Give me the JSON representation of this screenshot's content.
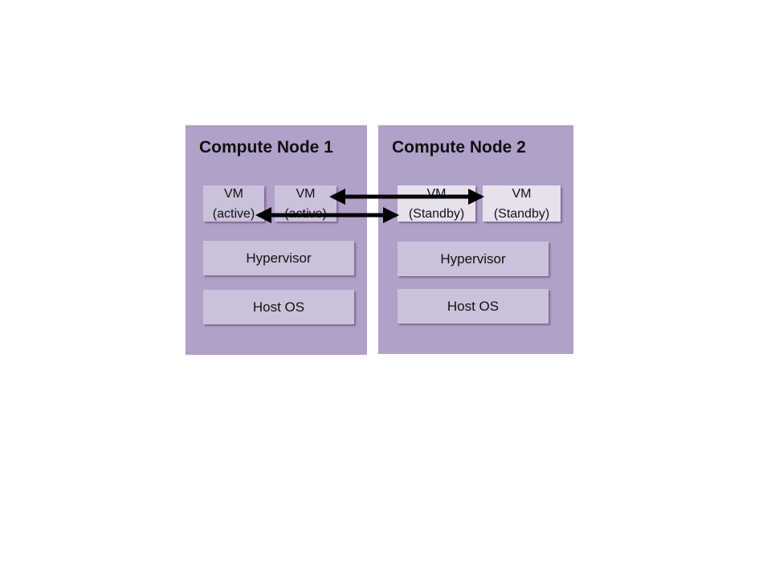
{
  "nodes": [
    {
      "title": "Compute Node 1",
      "vms": [
        {
          "line1": "VM",
          "line2": "(active)"
        },
        {
          "line1": "VM",
          "line2": "(active)"
        }
      ],
      "hypervisor": "Hypervisor",
      "host_os": "Host OS"
    },
    {
      "title": "Compute Node 2",
      "vms": [
        {
          "line1": "VM",
          "line2": "(Standby)"
        },
        {
          "line1": "VM",
          "line2": "(Standby)"
        }
      ],
      "hypervisor": "Hypervisor",
      "host_os": "Host OS"
    }
  ],
  "colors": {
    "node_background": "#b1a0c7",
    "box_background": "#ccc1da",
    "standby_background": "#e7e1ee",
    "arrow": "#000000"
  },
  "connections": [
    {
      "from": "node-1-vm-2",
      "to": "node-2-vm-2",
      "style": "double-headed-arrow"
    },
    {
      "from": "node-1-vm-1",
      "to": "node-2-vm-1",
      "style": "double-headed-arrow"
    }
  ]
}
